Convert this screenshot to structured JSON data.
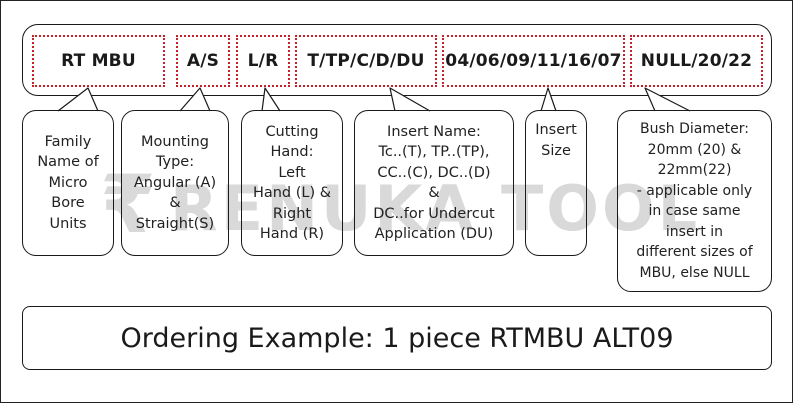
{
  "watermark": {
    "symbol": "₹",
    "text": "RENUKA TOOLS"
  },
  "codes": [
    {
      "id": "family",
      "text": "RT MBU"
    },
    {
      "id": "mounting",
      "text": "A/S"
    },
    {
      "id": "hand",
      "text": "L/R"
    },
    {
      "id": "insert-name",
      "text": "T/TP/C/D/DU"
    },
    {
      "id": "insert-size",
      "text": "04/06/09/11/16/07"
    },
    {
      "id": "bush",
      "text": "NULL/20/22"
    }
  ],
  "descriptions": [
    {
      "id": "family",
      "text": "Family\nName of\nMicro\nBore\nUnits"
    },
    {
      "id": "mounting",
      "text": "Mounting\nType:\nAngular (A)\n&\nStraight(S)"
    },
    {
      "id": "hand",
      "text": "Cutting\nHand:\nLeft\nHand (L) &\nRight\nHand (R)"
    },
    {
      "id": "insert-name",
      "text": "Insert Name:\nTc..(T), TP..(TP),\nCC..(C), DC..(D)\n&\nDC..for Undercut\nApplication (DU)"
    },
    {
      "id": "insert-size",
      "text": "Insert\nSize"
    },
    {
      "id": "bush",
      "text": "Bush Diameter:\n20mm (20) &\n22mm(22)\n- applicable only\nin case same\ninsert in\ndifferent sizes of\nMBU, else NULL"
    }
  ],
  "example": {
    "text": "Ordering Example: 1 piece RTMBU ALT09"
  },
  "colors": {
    "dotted_border": "#c8202a",
    "watermark": "#d9d9d9",
    "line": "#1a1a1a"
  }
}
